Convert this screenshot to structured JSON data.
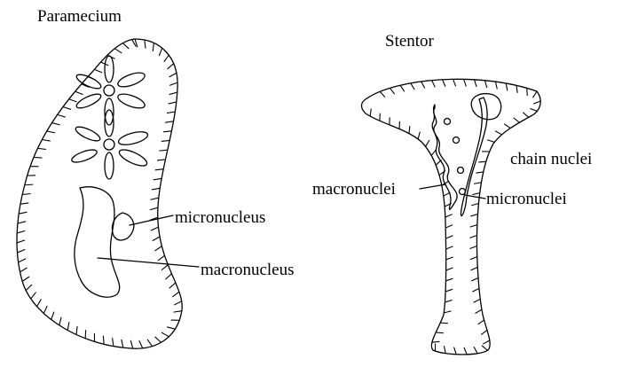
{
  "labels": {
    "paramecium": "Paramecium",
    "stentor": "Stentor",
    "micronucleus": "micronucleus",
    "macronucleus": "macronucleus",
    "chain_nuclei": "chain nuclei",
    "macronuclei": "macronuclei",
    "micronuclei": "micronuclei"
  },
  "colors": {
    "ink": "#000000",
    "background": "#ffffff"
  }
}
